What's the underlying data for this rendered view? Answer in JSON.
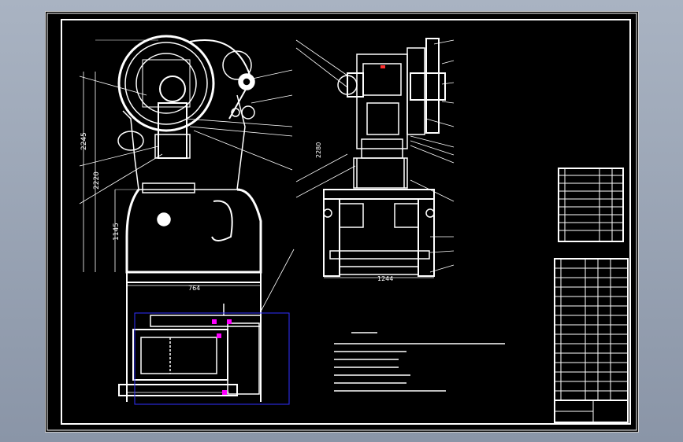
{
  "dimensions": {
    "d_2245": "2245",
    "d_2220": "2220",
    "d_1145": "1145",
    "d_764": "764",
    "d_2280": "2280",
    "d_1244": "1244"
  },
  "colors": {
    "background": "#000000",
    "line": "#ffffff",
    "highlight_red": "#ff3030",
    "highlight_magenta": "#ff00ff",
    "viewport_blue": "#3030ff"
  }
}
